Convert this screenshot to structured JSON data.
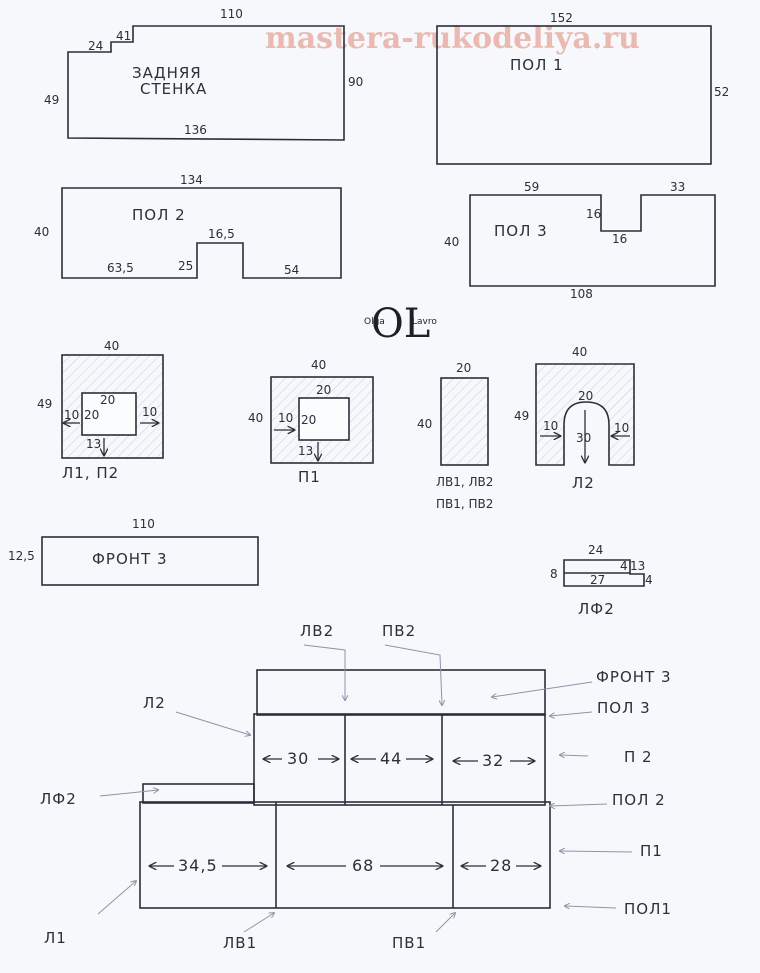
{
  "watermark": "mastera-rukodeliya.ru",
  "logo": {
    "mark": "OL",
    "left": "Olga",
    "right": "Lavro"
  },
  "back_wall": {
    "label_line1": "ЗАДНЯЯ",
    "label_line2": "СТЕНКА",
    "top": "110",
    "step_a": "24",
    "step_b": "41",
    "left": "49",
    "right": "90",
    "bottom": "136"
  },
  "floor1": {
    "label": "ПОЛ 1",
    "top": "152",
    "right": "52"
  },
  "floor2": {
    "label": "ПОЛ 2",
    "top": "134",
    "left": "40",
    "notch": "16,5",
    "bl": "63,5",
    "nh": "25",
    "br": "54"
  },
  "floor3": {
    "label": "ПОЛ 3",
    "left": "40",
    "tl": "59",
    "tr": "33",
    "nd": "16",
    "nw": "16",
    "bottom": "108"
  },
  "l1p2": {
    "top": "40",
    "left": "49",
    "inner_w": "20",
    "inner_h": "20",
    "side_l": "10",
    "side_r": "10",
    "bot": "13",
    "caption": "Л1, П2"
  },
  "p1": {
    "top": "40",
    "left": "40",
    "inner_w": "20",
    "inner_h": "20",
    "side_l": "10",
    "bot": "13",
    "caption": "П1"
  },
  "lv": {
    "top": "20",
    "left": "40",
    "caption1": "ЛВ1, ЛВ2",
    "caption2": "ПВ1, ПВ2"
  },
  "l2": {
    "top": "40",
    "left": "49",
    "arch": "20",
    "inner_h": "30",
    "side_l": "10",
    "side_r": "10",
    "caption": "Л2"
  },
  "front3": {
    "label": "ФРОНТ 3",
    "top": "110",
    "left": "12,5"
  },
  "lf2": {
    "top": "24",
    "left": "8",
    "inner": "27",
    "r1": "4",
    "r2": "13",
    "r3": "4",
    "caption": "ЛФ2"
  },
  "assembly": {
    "labels": {
      "lv2": "ЛВ2",
      "pv2": "ПВ2",
      "front3": "ФРОНТ 3",
      "l2": "Л2",
      "pol3": "ПОЛ 3",
      "p2": "П 2",
      "lf2": "ЛФ2",
      "pol2": "ПОЛ 2",
      "p1": "П1",
      "l1": "Л1",
      "pol1": "ПОЛ1",
      "lv1": "ЛВ1",
      "pv1": "ПВ1"
    },
    "upper": [
      "30",
      "44",
      "32"
    ],
    "lower": [
      "34,5",
      "68",
      "28"
    ]
  }
}
